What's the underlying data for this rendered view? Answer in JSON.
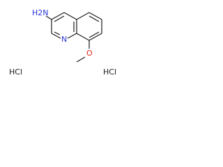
{
  "molecule": {
    "labels": {
      "amine": "H2N",
      "ring_nitrogen": "N",
      "oxygen": "O",
      "salt_left": "HCl",
      "salt_right": "HCl"
    },
    "colors": {
      "bond": "#1a1a1a",
      "nitrogen": "#2a35d8",
      "oxygen": "#e0261a",
      "text": "#1a1a1a"
    }
  }
}
